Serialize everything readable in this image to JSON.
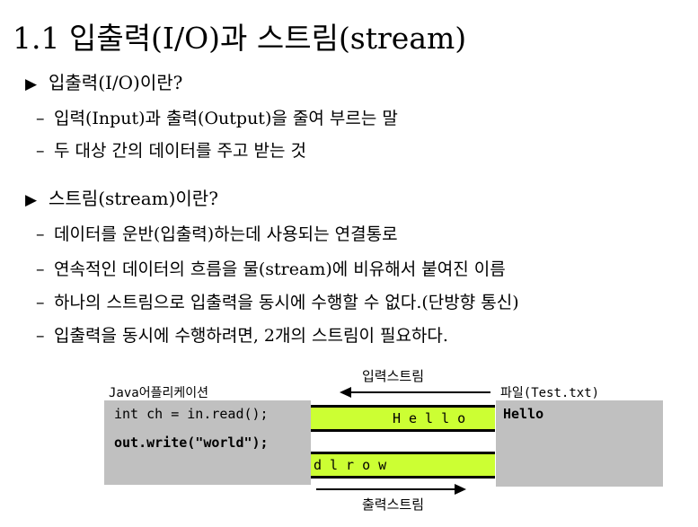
{
  "title": "1.1 입출력(I/O)과 스트림(stream)",
  "sections": [
    {
      "heading": "입출력(I/O)이란?",
      "items": [
        "입력(Input)과 출력(Output)을 줄여 부르는 말",
        "두 대상 간의 데이터를 주고 받는 것"
      ]
    },
    {
      "heading": "스트림(stream)이란?",
      "items": [
        "데이터를 운반(입출력)하는데 사용되는 연결통로",
        "연속적인 데이터의 흐름을 물(stream)에 비유해서 붙여진 이름",
        "하나의 스트림으로 입출력을 동시에 수행할 수 없다.(단방향 통신)",
        "입출력을 동시에 수행하려면, 2개의 스트림이 필요하다."
      ]
    }
  ],
  "diagram": {
    "app_label": "Java어플리케이션",
    "file_label": "파일(Test.txt)",
    "input_stream_label": "입력스트림",
    "output_stream_label": "출력스트림",
    "code_read": "int ch = in.read();",
    "code_write": "out.write(\"world\");",
    "input_stream_content": "Hello",
    "output_stream_content": "dlrow",
    "file_content": "Hello",
    "colors": {
      "stream": "#ccff33",
      "box": "#c0c0c0"
    }
  }
}
